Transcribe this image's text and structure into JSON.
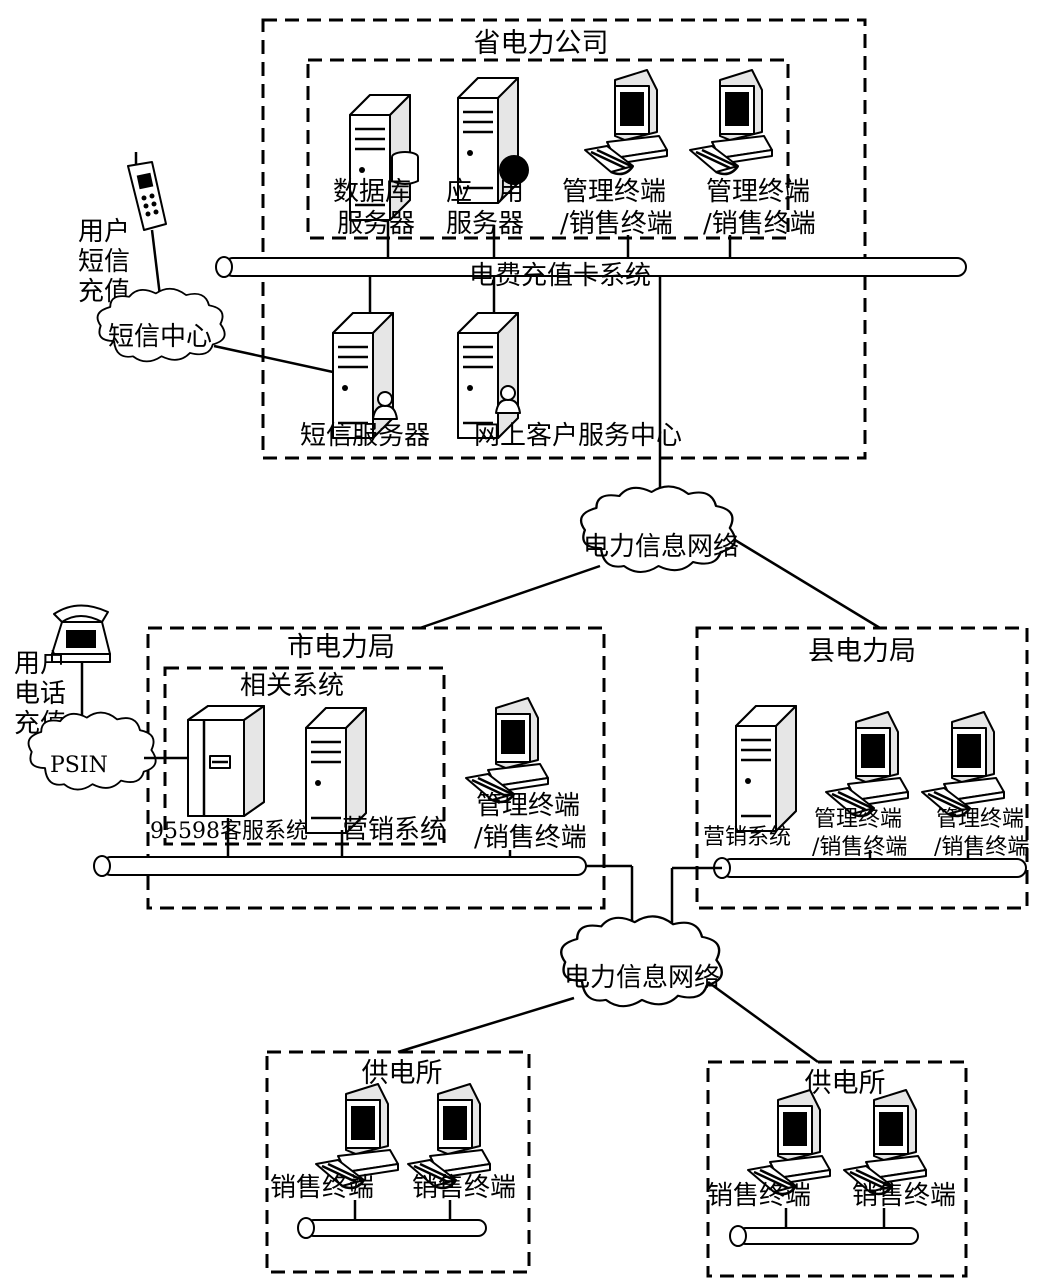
{
  "province": {
    "title": "省电力公司",
    "db_server": [
      "数据库",
      "服务器"
    ],
    "app_server": [
      "应　用",
      "服务器"
    ],
    "terminal_1": [
      "管理终端",
      "/销售终端"
    ],
    "terminal_2": [
      "管理终端",
      "/销售终端"
    ],
    "bus_label": "电费充值卡系统",
    "sms_server": "短信服务器",
    "web_center": "网上客户服务中心"
  },
  "sms_side": {
    "user_label": [
      "用户",
      "短信",
      "充值"
    ],
    "sms_center": "短信中心"
  },
  "network_top": "电力信息网络",
  "network_bottom": "电力信息网络",
  "city": {
    "title": "市电力局",
    "related_title": "相关系统",
    "service_system": "95598客服系统",
    "marketing_system": "营销系统",
    "terminal": [
      "管理终端",
      "/销售终端"
    ]
  },
  "phone_side": {
    "user_label": [
      "用户",
      "电话",
      "充值"
    ],
    "psin": "PSIN"
  },
  "county": {
    "title": "县电力局",
    "marketing_system": "营销系统",
    "terminal_1": [
      "管理终端",
      "/销售终端"
    ],
    "terminal_2": [
      "管理终端",
      "/销售终端"
    ]
  },
  "station_1": {
    "title": "供电所",
    "terminal_1": "销售终端",
    "terminal_2": "销售终端"
  },
  "station_2": {
    "title": "供电所",
    "terminal_1": "销售终端",
    "terminal_2": "销售终端"
  }
}
